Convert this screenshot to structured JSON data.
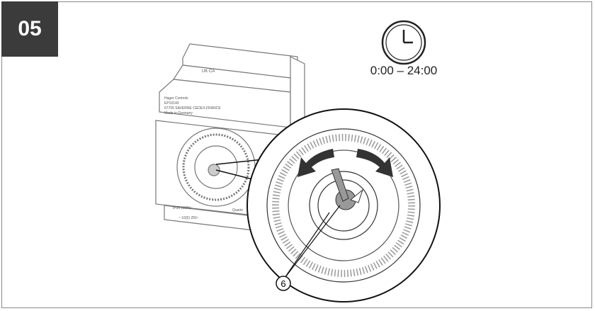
{
  "step_number": "05",
  "time_range": "0:00 – 24:00",
  "callout": "6",
  "device_label": {
    "line1": "Hager Controls",
    "line2": "EP10140",
    "line3": "67705 SAVERNE CEDEX-FRANCE",
    "line4": "Made in Germany",
    "ukca": "UK CA",
    "rating": "IP20 (110h)",
    "power": "~ 16(5) 250~",
    "quartz": "Quartz"
  }
}
